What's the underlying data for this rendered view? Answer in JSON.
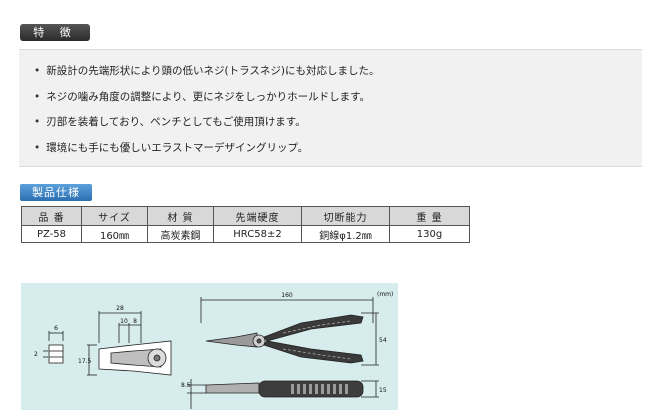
{
  "features_heading": "特 徴",
  "features": [
    "新設計の先端形状により頭の低いネジ(トラスネジ)にも対応しました。",
    "ネジの噛み角度の調整により、更にネジをしっかりホールドします。",
    "刃部を装着しており、ペンチとしてもご使用頂けます。",
    "環境にも手にも優しいエラストマーデザイングリップ。"
  ],
  "spec_heading": "製品仕様",
  "spec_table": {
    "headers": [
      "品 番",
      "サイズ",
      "材 質",
      "先端硬度",
      "切断能力",
      "重 量"
    ],
    "row": [
      "PZ-58",
      "160㎜",
      "高炭素鋼",
      "HRC58±2",
      "銅線φ1.2㎜",
      "130g"
    ]
  },
  "drawing_labels": {
    "unit": "(mm)",
    "length": "160",
    "height": "54",
    "jaw_length": "28",
    "jaw_tip": "10",
    "jaw_mid": "8",
    "tip_width": "6",
    "tip_thickness": "2",
    "jaw_height": "17.5",
    "handle_offset": "8.5",
    "handle_thickness": "15"
  },
  "colors": {
    "dark_header": "#3a3a3a",
    "blue_header": "#3a80c3",
    "feature_bg": "#f1f1f1",
    "table_head_bg": "#d8d8d8",
    "drawing_bg": "#d7ecec"
  }
}
